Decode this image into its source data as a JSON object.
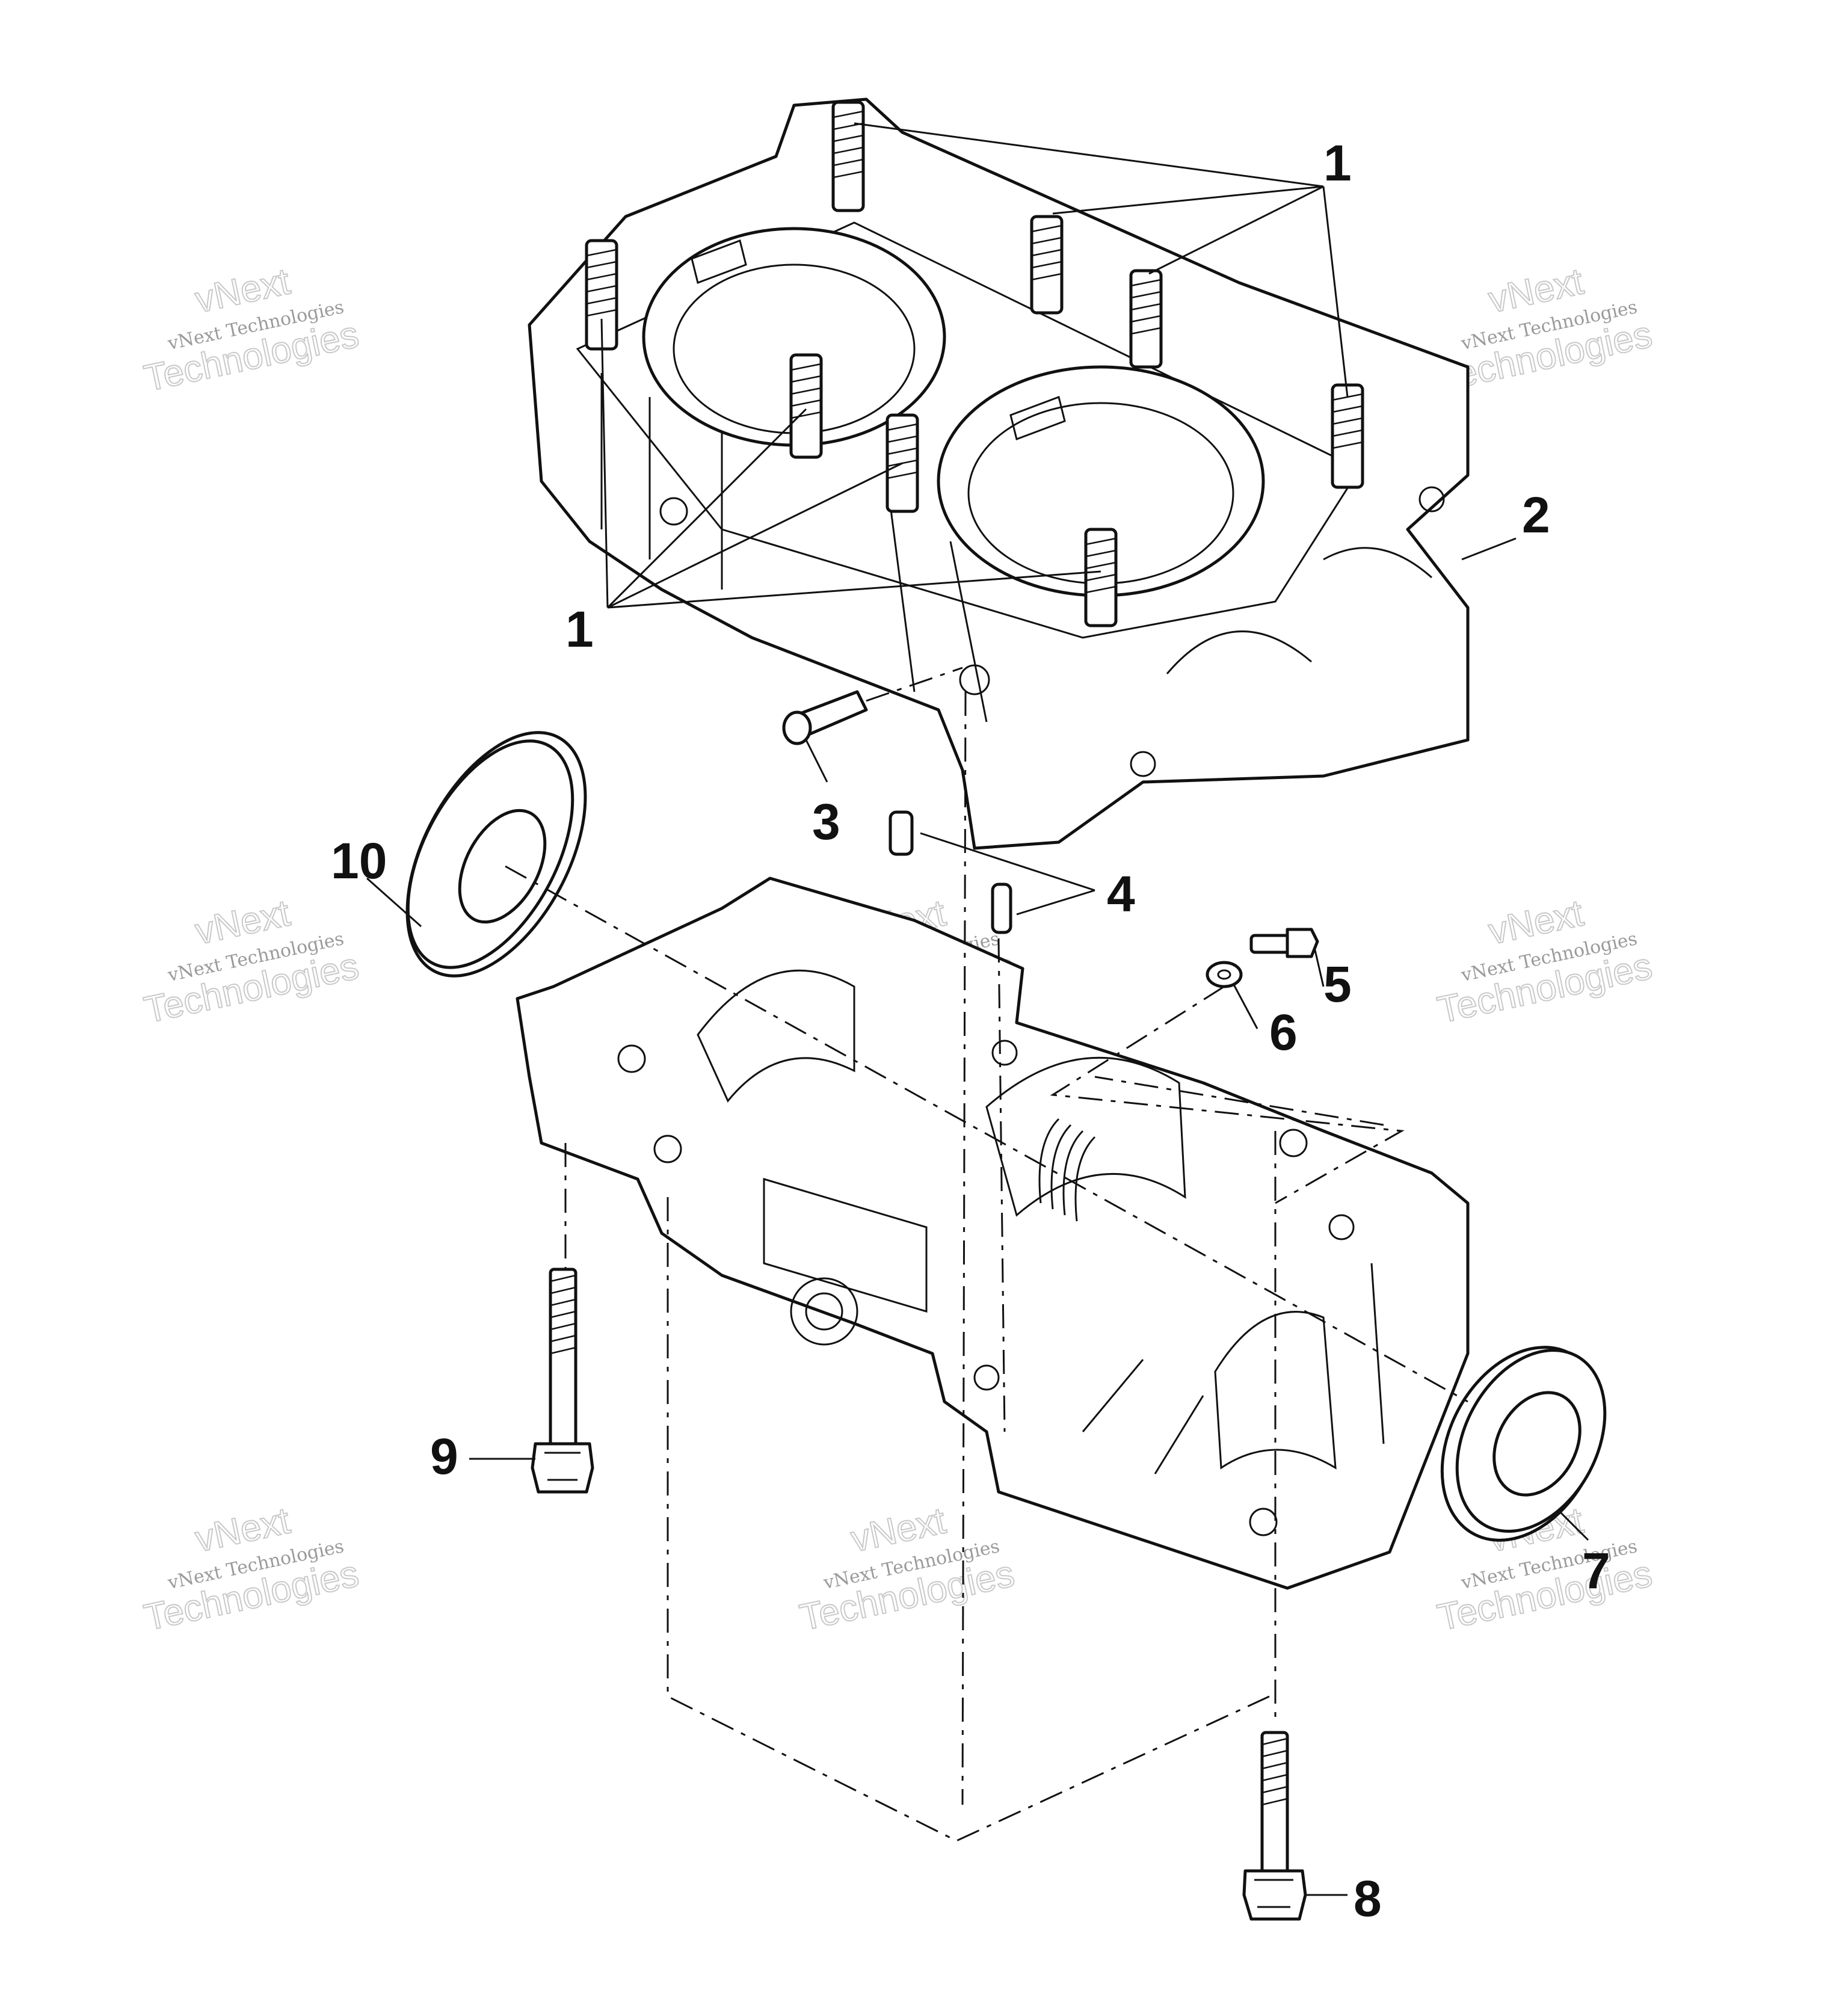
{
  "callouts": {
    "c1_top": "1",
    "c1_bottom": "1",
    "c2": "2",
    "c3": "3",
    "c4": "4",
    "c5": "5",
    "c6": "6",
    "c7": "7",
    "c8": "8",
    "c9": "9",
    "c10": "10"
  },
  "watermark": {
    "brand": "vNext",
    "company": "vNext Technologies",
    "big": "Technologies"
  },
  "colors": {
    "line": "#111111",
    "background": "#ffffff",
    "watermark": "#9a9a9a"
  }
}
